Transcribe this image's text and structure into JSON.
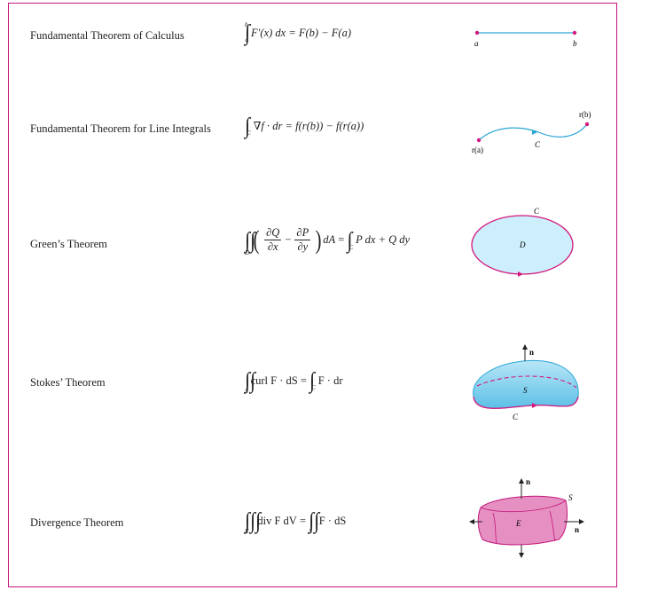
{
  "rows": [
    {
      "name": "Fundamental Theorem of Calculus",
      "formula": {
        "lower": "a",
        "upper": "b",
        "integrand": "F′(x) dx",
        "rhs": "= F(b) − F(a)"
      },
      "fig_labels": {
        "a": "a",
        "b": "b"
      }
    },
    {
      "name": "Fundamental Theorem for Line Integrals",
      "formula": {
        "lower": "C",
        "integrand": "∇f · dr",
        "rhs": "= f(r(b)) − f(r(a))"
      },
      "fig_labels": {
        "start": "r(a)",
        "end": "r(b)",
        "curve": "C"
      }
    },
    {
      "name": "Green’s Theorem",
      "formula": {
        "lower": "D",
        "num1": "∂Q",
        "den1": "∂x",
        "num2": "∂P",
        "den2": "∂y",
        "dA": "dA",
        "lower2": "C",
        "rhs": "P dx + Q dy"
      },
      "fig_labels": {
        "boundary": "C",
        "region": "D"
      }
    },
    {
      "name": "Stokes’ Theorem",
      "formula": {
        "lower": "S",
        "integrand": "curl F · dS",
        "lower2": "C",
        "rhs": "F · dr"
      },
      "fig_labels": {
        "normal": "n",
        "surface": "S",
        "curve": "C"
      }
    },
    {
      "name": "Divergence Theorem",
      "formula": {
        "lower": "E",
        "integrand": "div F dV",
        "lower2": "S",
        "rhs": "F · dS"
      },
      "fig_labels": {
        "normal_top": "n",
        "normal_right": "n",
        "surface": "S",
        "solid": "E"
      }
    }
  ],
  "colors": {
    "frame": "#c2187a",
    "line": "#2aa6d6",
    "magenta": "#d4187f",
    "region": "#cdeefb",
    "solid": "#e26fb0"
  }
}
